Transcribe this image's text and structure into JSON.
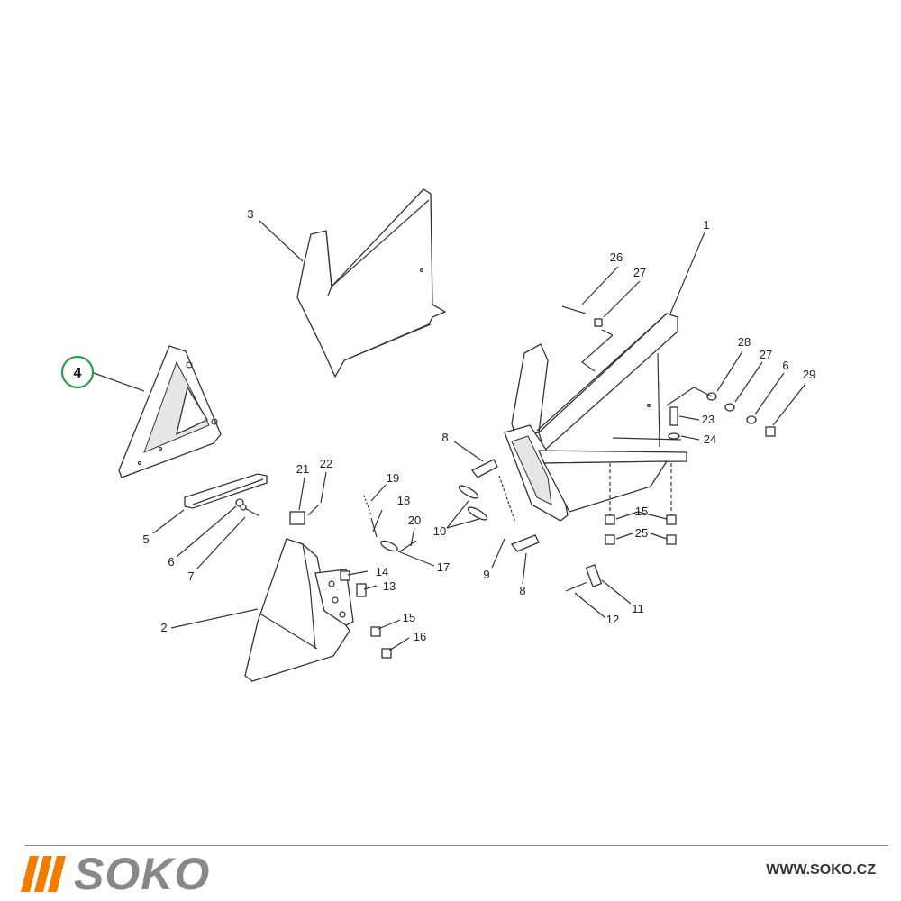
{
  "diagram": {
    "highlighted_part": "4",
    "labels": {
      "l1": "1",
      "l2": "2",
      "l3": "3",
      "l5": "5",
      "l6": "6",
      "l7": "7",
      "l8a": "8",
      "l8b": "8",
      "l9": "9",
      "l10": "10",
      "l11": "11",
      "l12": "12",
      "l13": "13",
      "l14": "14",
      "l15a": "15",
      "l15b": "15",
      "l16": "16",
      "l17": "17",
      "l18": "18",
      "l19": "19",
      "l20": "20",
      "l21": "21",
      "l22": "22",
      "l23": "23",
      "l24": "24",
      "l25": "25",
      "l26": "26",
      "l27a": "27",
      "l27b": "27",
      "l28": "28",
      "l29": "29",
      "l6b": "6"
    }
  },
  "footer": {
    "brand": "SOKO",
    "website": "WWW.SOKO.CZ"
  },
  "colors": {
    "accent": "#f07d00",
    "highlight_ring": "#2e9b4a",
    "brand_text": "#888888"
  }
}
